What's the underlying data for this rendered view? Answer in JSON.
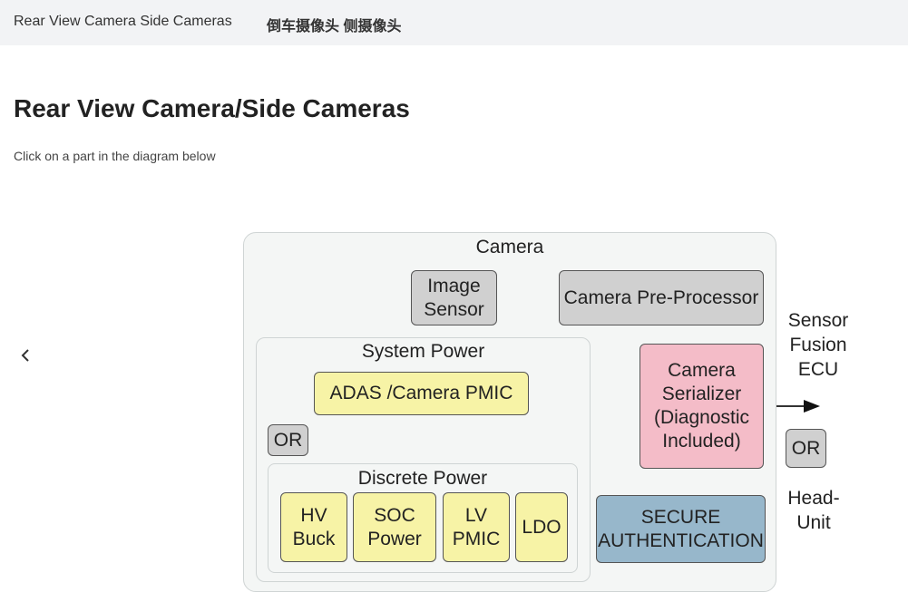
{
  "header": {
    "link_english": "Rear View Camera Side Cameras",
    "link_chinese": "倒车摄像头 侧摄像头"
  },
  "page": {
    "title": "Rear View Camera/Side Cameras",
    "instruction": "Click on a part in the diagram below"
  },
  "icons": {
    "back": "chevron-left-icon"
  },
  "diagram": {
    "camera_label": "Camera",
    "image_sensor": "Image\nSensor",
    "pre_processor": "Camera Pre-Processor",
    "system_power_label": "System Power",
    "adas_pmic": "ADAS /Camera PMIC",
    "or_left": "OR",
    "discrete_power_label": "Discrete Power",
    "hv_buck": "HV\nBuck",
    "soc_power": "SOC\nPower",
    "lv_pmic": "LV\nPMIC",
    "ldo": "LDO",
    "serializer": "Camera\nSerializer\n(Diagnostic\nIncluded)",
    "secure_auth": "SECURE\nAUTHENTICATION",
    "sensor_fusion": "Sensor\nFusion\nECU",
    "or_right": "OR",
    "head_unit": "Head-\nUnit"
  },
  "colors": {
    "gray_block": "#d0d0d0",
    "yellow_block": "#f7f3a6",
    "pink_block": "#f4bcc8",
    "blue_block": "#97b7cb",
    "container_bg": "#f4f6f5"
  }
}
